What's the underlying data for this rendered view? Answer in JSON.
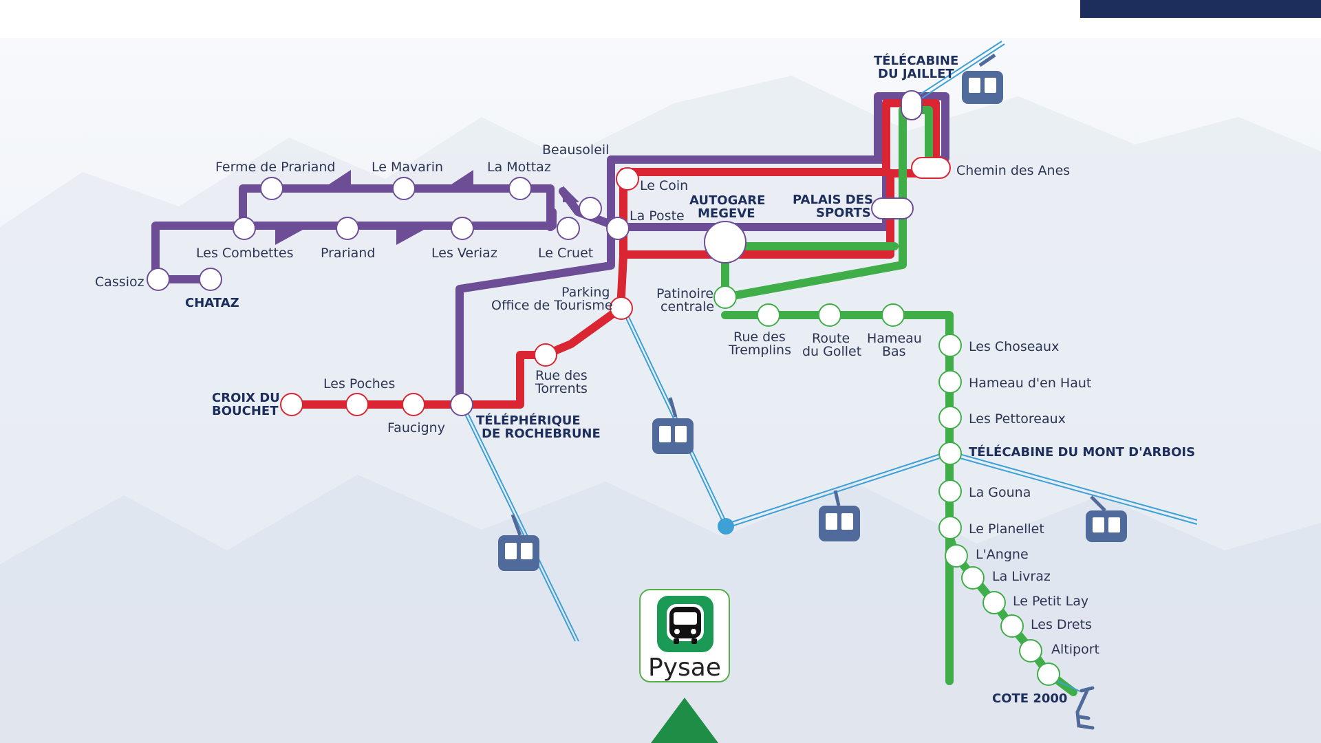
{
  "colors": {
    "purple": "#6e4d97",
    "red": "#d92632",
    "green": "#3fae49",
    "cable": "#3da0d6",
    "gondola": "#506b9b",
    "text": "#2c3554",
    "bold_text": "#1d2d5c",
    "top_bar": "#1d2d5c",
    "app_green": "#1b9a55",
    "arrow_green": "#1e8d45"
  },
  "lines": [
    {
      "name": "purple",
      "color": "#6e4d97"
    },
    {
      "name": "red",
      "color": "#d92632"
    },
    {
      "name": "green",
      "color": "#3fae49"
    }
  ],
  "stops": {
    "cassioz": "Cassioz",
    "chataz": "CHATAZ",
    "ferme_de_prariand": "Ferme de Prariand",
    "le_mavarin": "Le Mavarin",
    "la_mottaz": "La Mottaz",
    "les_combettes": "Les Combettes",
    "prariand": "Prariand",
    "les_veriaz": "Les Veriaz",
    "le_cruet": "Le Cruet",
    "beausoleil": "Beausoleil",
    "le_coin": "Le Coin",
    "la_poste": "La Poste",
    "autogare_line1": "AUTOGARE",
    "autogare_line2": "MEGEVE",
    "palais_line1": "PALAIS DES",
    "palais_line2": "SPORTS",
    "telecabine_jaillet_line1": "TÉLÉCABINE",
    "telecabine_jaillet_line2": "DU JAILLET",
    "chemin_des_anes": "Chemin des Anes",
    "parking_line1": "Parking",
    "parking_line2": "Office de Tourisme",
    "patinoire_line1": "Patinoire",
    "patinoire_line2": "centrale",
    "rue_tremplins_line1": "Rue des",
    "rue_tremplins_line2": "Tremplins",
    "route_gollet_line1": "Route",
    "route_gollet_line2": "du Gollet",
    "hameau_bas_line1": "Hameau",
    "hameau_bas_line2": "Bas",
    "les_choseaux": "Les Choseaux",
    "hameau_haut": "Hameau d'en Haut",
    "les_pettoreaux": "Les Pettoreaux",
    "telecabine_mont_arbois": "TÉLÉCABINE DU MONT D'ARBOIS",
    "la_gouna": "La Gouna",
    "le_planellet": "Le Planellet",
    "l_angne": "L'Angne",
    "la_livraz": "La Livraz",
    "le_petit_lay": "Le Petit Lay",
    "les_drets": "Les Drets",
    "altiport": "Altiport",
    "cote_2000": "COTE 2000",
    "croix_line1": "CROIX DU",
    "croix_line2": "BOUCHET",
    "les_poches": "Les Poches",
    "faucigny": "Faucigny",
    "rue_torrents_line1": "Rue des",
    "rue_torrents_line2": "Torrents",
    "rochebrune_line1": "TÉLÉPHÉRIQUE",
    "rochebrune_line2": "DE ROCHEBRUNE"
  },
  "icons": {
    "gondola": "gondola-icon",
    "chairlift": "chairlift-icon",
    "bus": "bus-icon",
    "arrow": "arrow-up-icon"
  },
  "app": {
    "name": "Pysae"
  }
}
